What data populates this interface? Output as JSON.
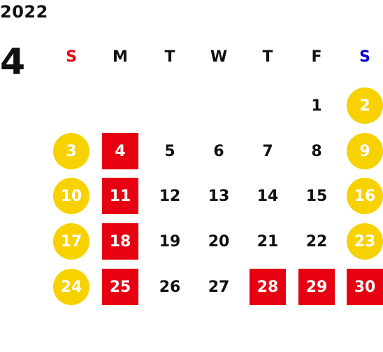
{
  "calendar": {
    "year": "2022",
    "month": "4",
    "weekdays": [
      {
        "label": "S",
        "color": "#e60012"
      },
      {
        "label": "M",
        "color": "#111111"
      },
      {
        "label": "T",
        "color": "#111111"
      },
      {
        "label": "W",
        "color": "#111111"
      },
      {
        "label": "T",
        "color": "#111111"
      },
      {
        "label": "F",
        "color": "#111111"
      },
      {
        "label": "S",
        "color": "#0000d0"
      }
    ],
    "colors": {
      "weekend": "#f7d100",
      "highlight": "#e60012",
      "on_marker_text": "#ffffff"
    },
    "weeks": [
      [
        null,
        null,
        null,
        null,
        null,
        {
          "day": "1"
        },
        {
          "day": "2",
          "style": "weekend"
        }
      ],
      [
        {
          "day": "3",
          "style": "weekend"
        },
        {
          "day": "4",
          "style": "highlight"
        },
        {
          "day": "5"
        },
        {
          "day": "6"
        },
        {
          "day": "7"
        },
        {
          "day": "8"
        },
        {
          "day": "9",
          "style": "weekend"
        }
      ],
      [
        {
          "day": "10",
          "style": "weekend"
        },
        {
          "day": "11",
          "style": "highlight"
        },
        {
          "day": "12"
        },
        {
          "day": "13"
        },
        {
          "day": "14"
        },
        {
          "day": "15"
        },
        {
          "day": "16",
          "style": "weekend"
        }
      ],
      [
        {
          "day": "17",
          "style": "weekend"
        },
        {
          "day": "18",
          "style": "highlight"
        },
        {
          "day": "19"
        },
        {
          "day": "20"
        },
        {
          "day": "21"
        },
        {
          "day": "22"
        },
        {
          "day": "23",
          "style": "weekend"
        }
      ],
      [
        {
          "day": "24",
          "style": "weekend"
        },
        {
          "day": "25",
          "style": "highlight"
        },
        {
          "day": "26"
        },
        {
          "day": "27"
        },
        {
          "day": "28",
          "style": "highlight"
        },
        {
          "day": "29",
          "style": "highlight"
        },
        {
          "day": "30",
          "style": "highlight"
        }
      ]
    ]
  }
}
